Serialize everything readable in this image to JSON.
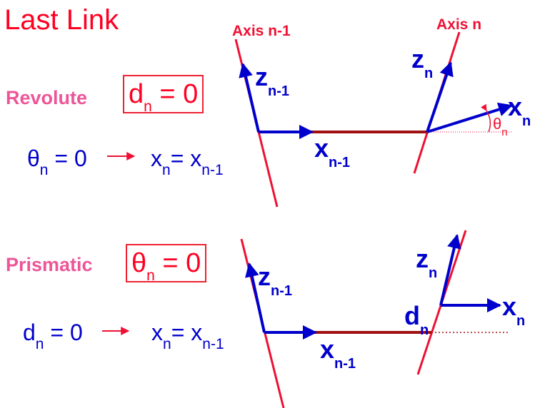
{
  "title": "Last Link",
  "revolute": {
    "label": "Revolute",
    "constraint": {
      "sym": "d",
      "sub": "n",
      "rest": " = 0"
    },
    "eq_left": {
      "sym": "θ",
      "sub": "n",
      "rest": " = 0"
    },
    "eq_right": {
      "x": "x",
      "sub1": "n",
      "mid": "= x",
      "sub2": "n-1"
    }
  },
  "prismatic": {
    "label": "Prismatic",
    "constraint": {
      "sym": "θ",
      "sub": "n",
      "rest": " = 0"
    },
    "eq_left": {
      "sym": "d",
      "sub": "n",
      "rest": " = 0"
    },
    "eq_right": {
      "x": "x",
      "sub1": "n",
      "mid": "= x",
      "sub2": "n-1"
    }
  },
  "diagram1": {
    "axis_prev": "Axis n-1",
    "axis_curr": "Axis n",
    "z_prev": {
      "sym": "z",
      "sub": "n-1"
    },
    "z_curr": {
      "sym": "z",
      "sub": "n"
    },
    "x_prev": {
      "sym": "x",
      "sub": "n-1"
    },
    "x_curr": {
      "sym": "x",
      "sub": "n"
    },
    "theta": {
      "sym": "θ",
      "sub": "n"
    }
  },
  "diagram2": {
    "z_prev": {
      "sym": "z",
      "sub": "n-1"
    },
    "z_curr": {
      "sym": "z",
      "sub": "n"
    },
    "x_prev": {
      "sym": "x",
      "sub": "n-1"
    },
    "x_curr": {
      "sym": "x",
      "sub": "n"
    },
    "d": {
      "sym": "d",
      "sub": "n"
    }
  },
  "colors": {
    "red": "#ee1133",
    "blue": "#0000cc",
    "dark_red": "#a01010",
    "pink": "#ee5599"
  }
}
